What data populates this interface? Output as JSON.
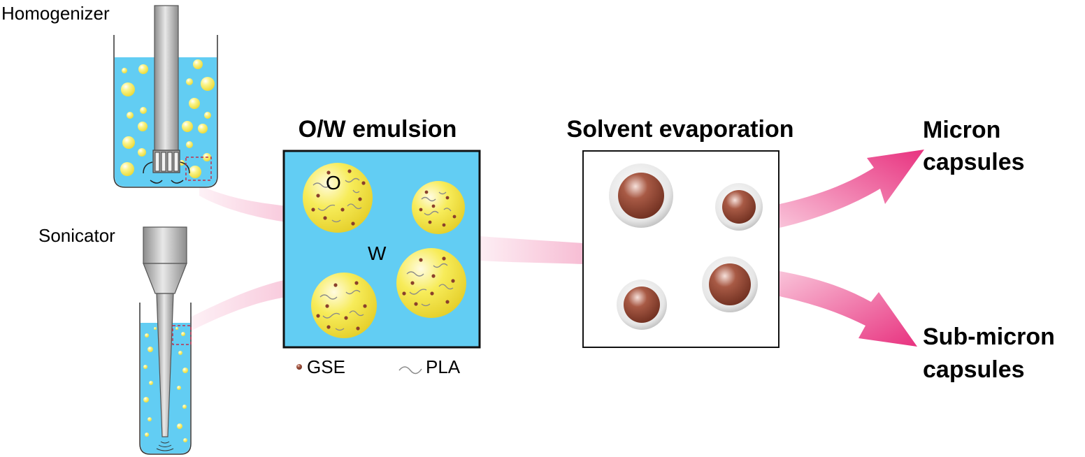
{
  "labels": {
    "homogenizer": "Homogenizer",
    "sonicator": "Sonicator",
    "emulsion_title": "O/W emulsion",
    "oil_phase": "O",
    "water_phase": "W",
    "evaporation_title": "Solvent evaporation",
    "micron_line1": "Micron",
    "micron_line2": "capsules",
    "submicron_line1": "Sub-micron",
    "submicron_line2": "capsules",
    "legend_gse": "GSE",
    "legend_pla": "PLA"
  },
  "colors": {
    "water": "#62cdf3",
    "droplet": "#f6e74a",
    "capsule_core": "#8a3f2c",
    "capsule_shell": "#c8c8c8",
    "arrow": "#ee4f91",
    "probe": "#b5b5b5"
  }
}
